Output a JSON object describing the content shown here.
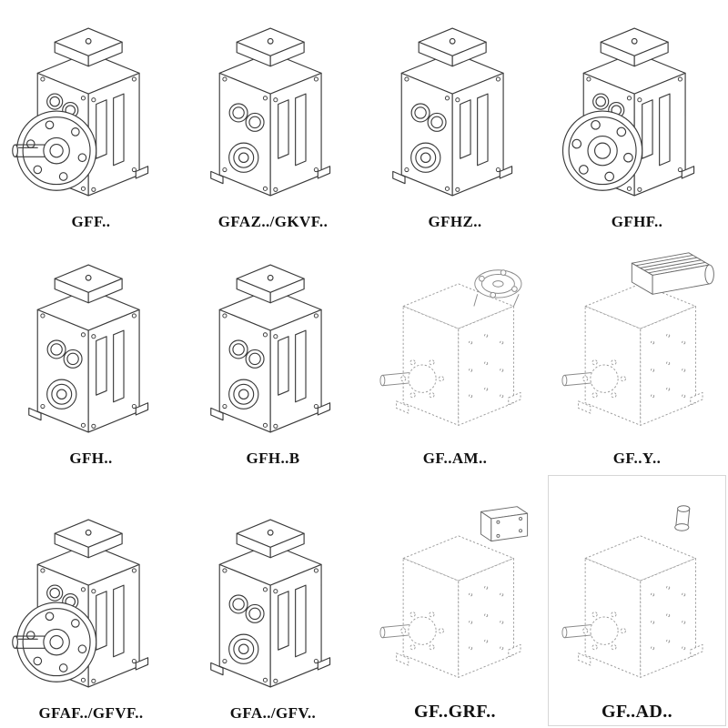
{
  "page": {
    "background": "#ffffff",
    "ink": "#3a3a3a",
    "ink_light": "#9a9a9a",
    "label_color": "#111111"
  },
  "products": [
    {
      "label": "GFF..",
      "variant": "flange",
      "drawing": "gearbox-flange-shaft-drawing"
    },
    {
      "label": "GFAZ../GKVF..",
      "variant": "bores",
      "drawing": "gearbox-hollow-bore-drawing"
    },
    {
      "label": "GFHZ..",
      "variant": "bores",
      "drawing": "gearbox-hollow-bore-drawing"
    },
    {
      "label": "GFHF..",
      "variant": "flange-open",
      "drawing": "gearbox-flange-hollow-drawing"
    },
    {
      "label": "GFH..",
      "variant": "bores",
      "drawing": "gearbox-hollow-bore-drawing"
    },
    {
      "label": "GFH..B",
      "variant": "bores",
      "drawing": "gearbox-hollow-bore-foot-drawing"
    },
    {
      "label": "GF..AM..",
      "variant": "dashed-flange-top",
      "drawing": "gearbox-motor-adapter-drawing"
    },
    {
      "label": "GF..Y..",
      "variant": "dashed-motor",
      "drawing": "gearbox-with-motor-drawing"
    },
    {
      "label": "GFAF../GFVF..",
      "variant": "flange",
      "drawing": "gearbox-flange-shaft-drawing"
    },
    {
      "label": "GFA../GFV..",
      "variant": "bores",
      "drawing": "gearbox-hollow-bore-drawing"
    },
    {
      "label": "GF..GRF..",
      "variant": "dashed-box",
      "drawing": "gearbox-cover-plate-drawing"
    },
    {
      "label": "GF..AD..",
      "variant": "dashed-shaft",
      "drawing": "gearbox-input-shaft-drawing",
      "boxed": true
    }
  ]
}
